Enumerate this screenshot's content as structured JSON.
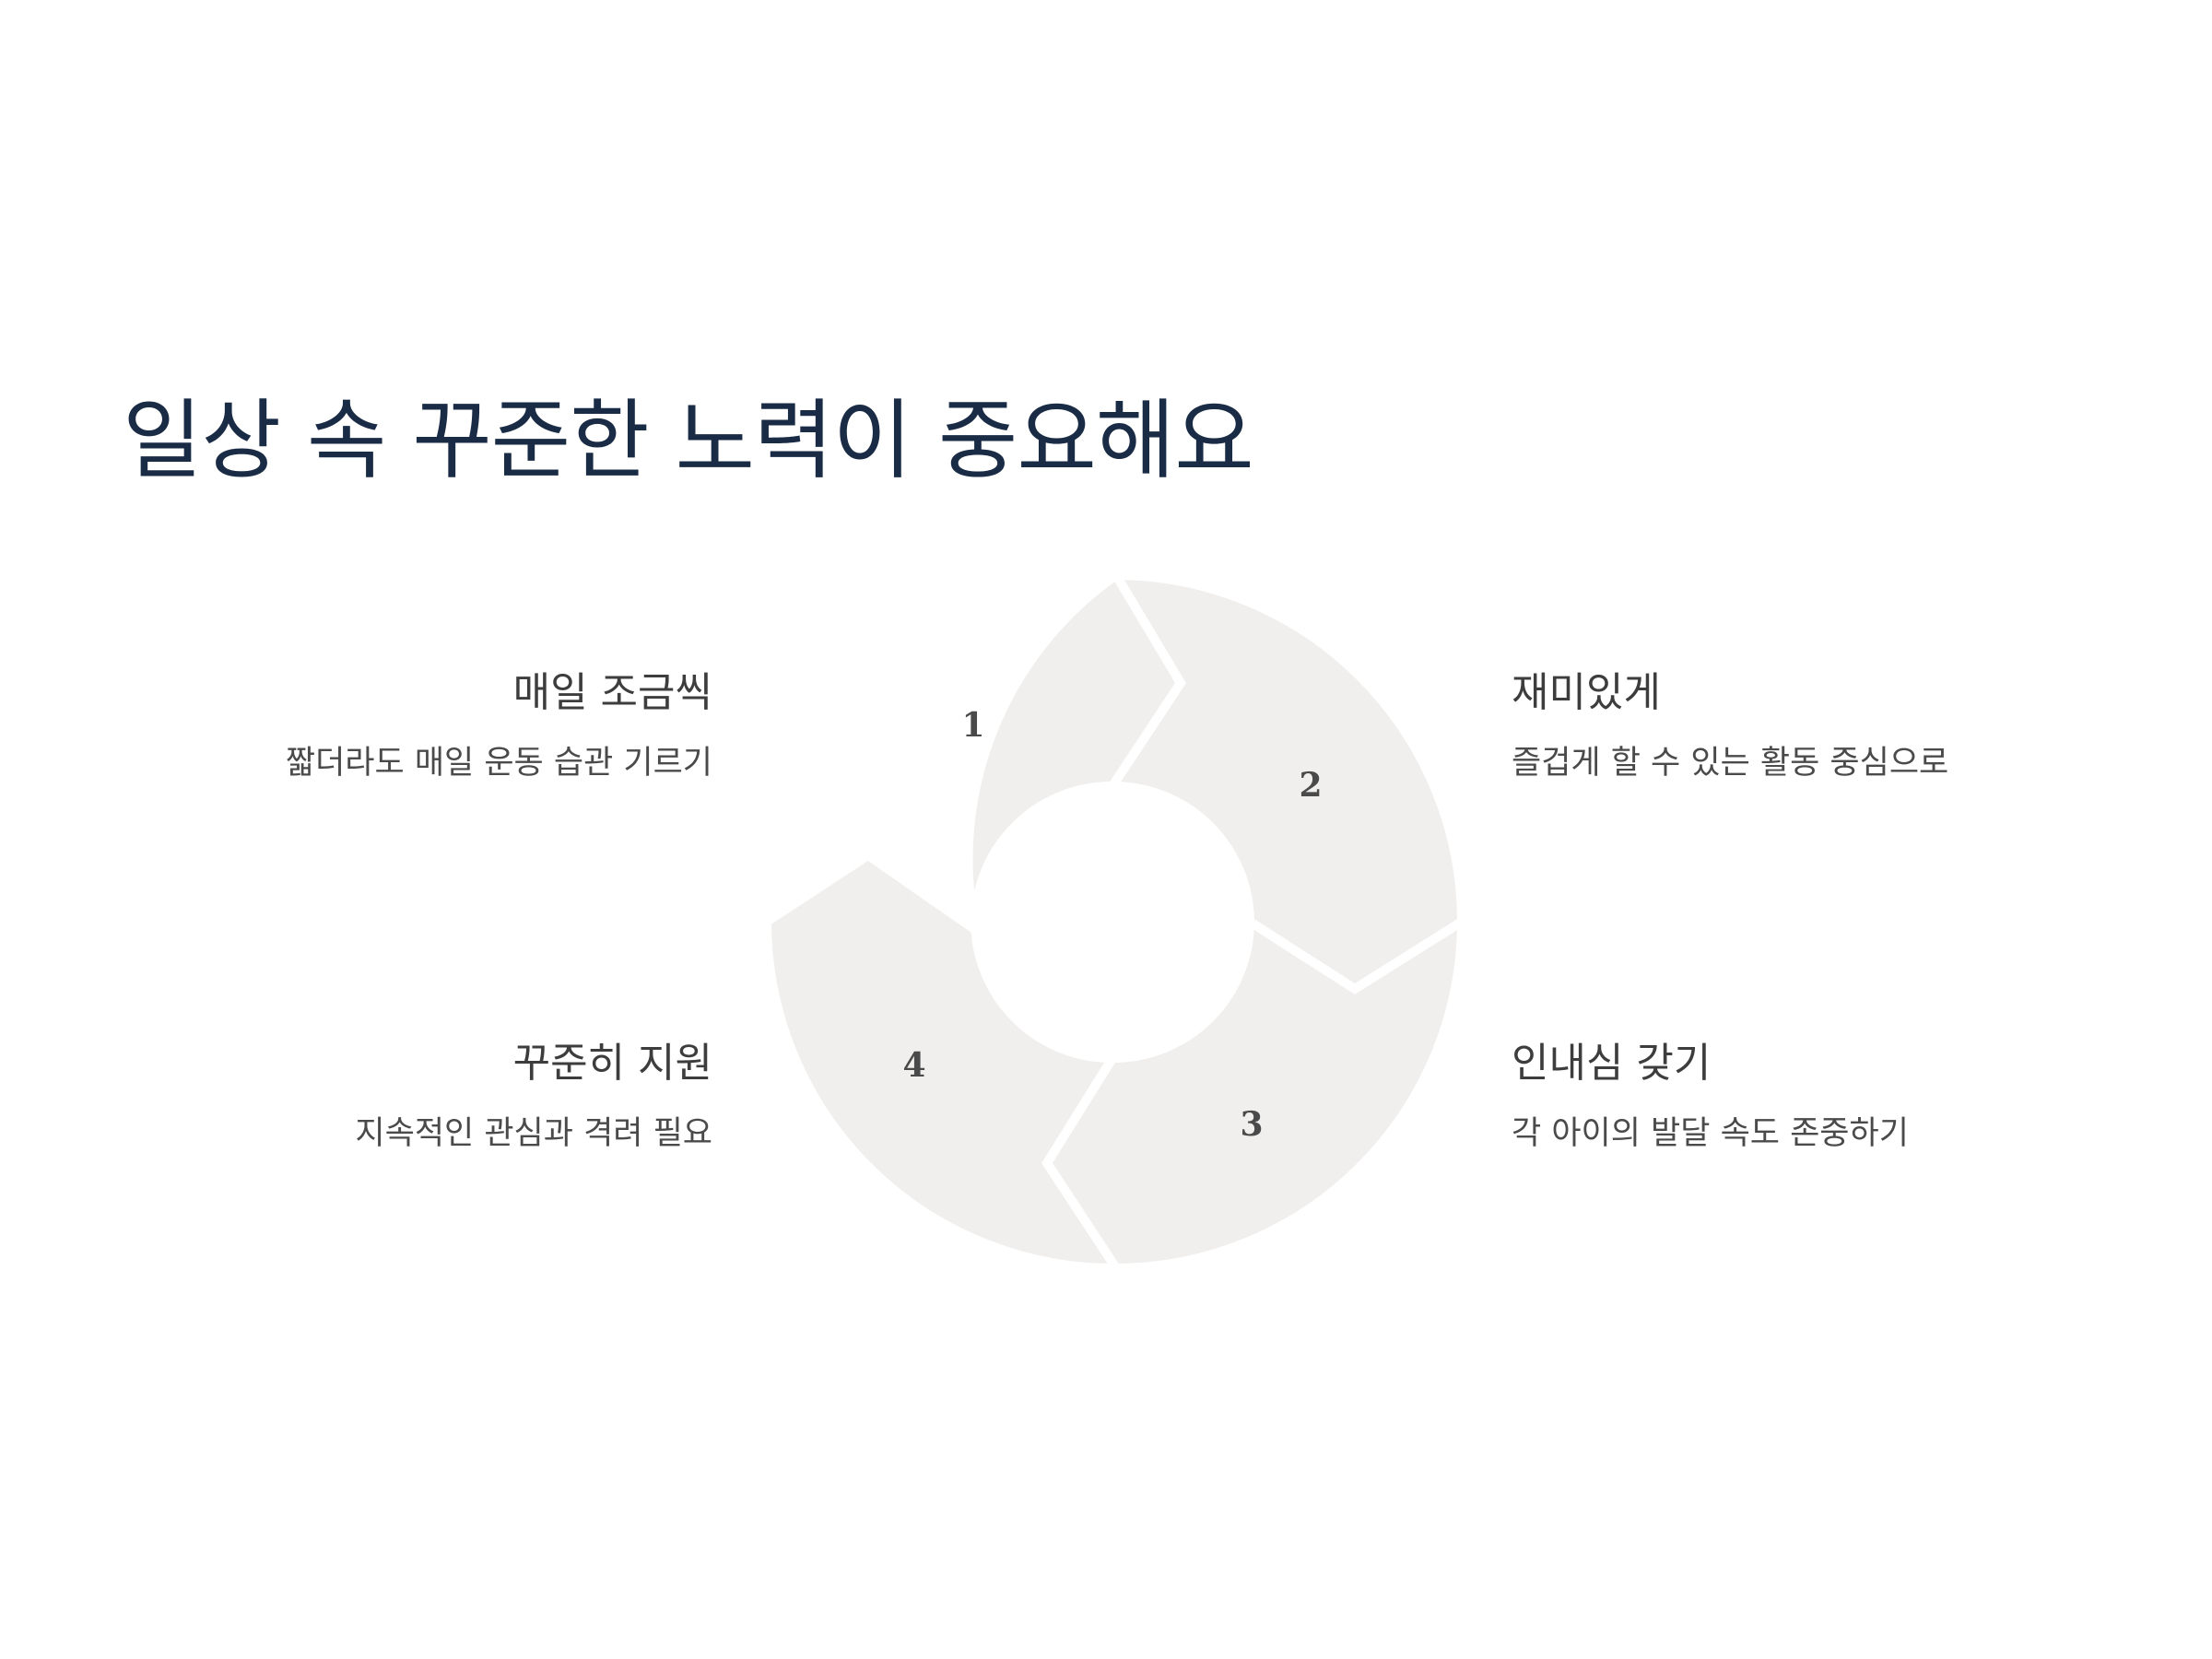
{
  "title": "일상 속 꾸준한 노력이 중요해요",
  "colors": {
    "title": "#1a2b45",
    "segment_fill": "#f1efed",
    "segment_gap": "#ffffff",
    "text": "#3d3d3d"
  },
  "steps": [
    {
      "number": "1",
      "title": "매일 조금씩",
      "description": "짧더라도 매일 운동 습관 기르기"
    },
    {
      "number": "2",
      "title": "재미있게",
      "description": "즐겁게 할 수 있는 활동 중심으로"
    },
    {
      "number": "3",
      "title": "인내심 갖기",
      "description": "각 아이의 발달 속도 존중하기"
    },
    {
      "number": "4",
      "title": "꾸준히 지원",
      "description": "지속적인 관심과 격려 필요"
    }
  ]
}
